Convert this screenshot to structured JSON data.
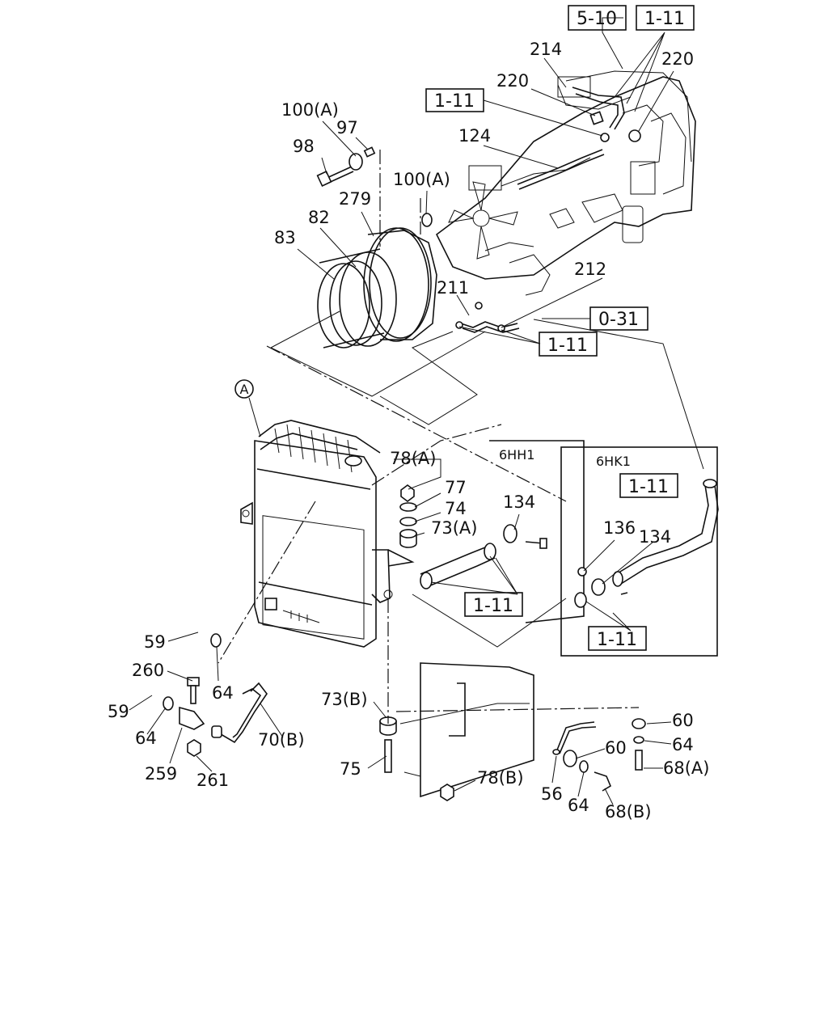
{
  "diagram": {
    "ref_boxes": [
      "5-10",
      "1-11",
      "1-11",
      "0-31",
      "1-11",
      "1-11",
      "1-11",
      "1-11"
    ],
    "variant_labels": [
      "6HH1",
      "6HK1"
    ],
    "detail_marker": "A",
    "callouts": [
      "214",
      "220",
      "220",
      "100(A)",
      "97",
      "98",
      "124",
      "100(A)",
      "279",
      "82",
      "83",
      "212",
      "211",
      "78(A)",
      "77",
      "74",
      "73(A)",
      "134",
      "136",
      "134",
      "59",
      "64",
      "260",
      "59",
      "64",
      "70(B)",
      "259",
      "261",
      "73(B)",
      "75",
      "78(B)",
      "60",
      "64",
      "60",
      "68(A)",
      "56",
      "64",
      "68(B)"
    ]
  }
}
